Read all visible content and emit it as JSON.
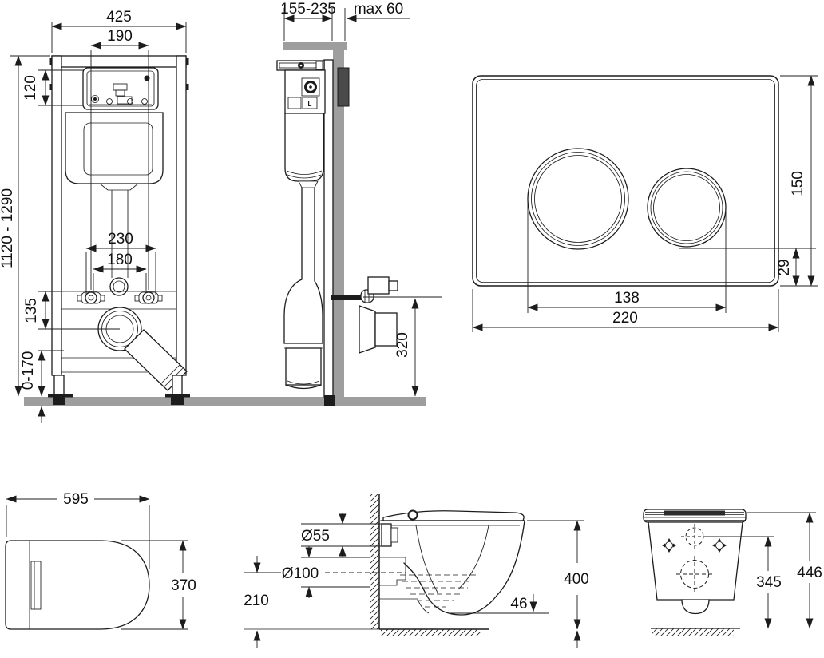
{
  "drawing": {
    "front": {
      "width": "425",
      "opening_width": "190",
      "opening_height": "120",
      "height_range": "1120 - 1290",
      "spacing_outer": "230",
      "spacing_bolts": "180",
      "drain_offset": "135",
      "foot_adjust": "0-170"
    },
    "side": {
      "depth_range": "155-235",
      "wall_max": "max 60",
      "outlet_height": "320",
      "mark": "L"
    },
    "plate": {
      "height": "150",
      "button_offset": "29",
      "button_span": "138",
      "width": "220"
    },
    "top": {
      "length": "595",
      "width": "370"
    },
    "bowl_side": {
      "inlet": "Ø55",
      "outlet": "Ø100",
      "outlet_height": "210",
      "height": "400",
      "rim_gap": "46"
    },
    "rear": {
      "inlet_height": "345",
      "height": "446"
    }
  }
}
